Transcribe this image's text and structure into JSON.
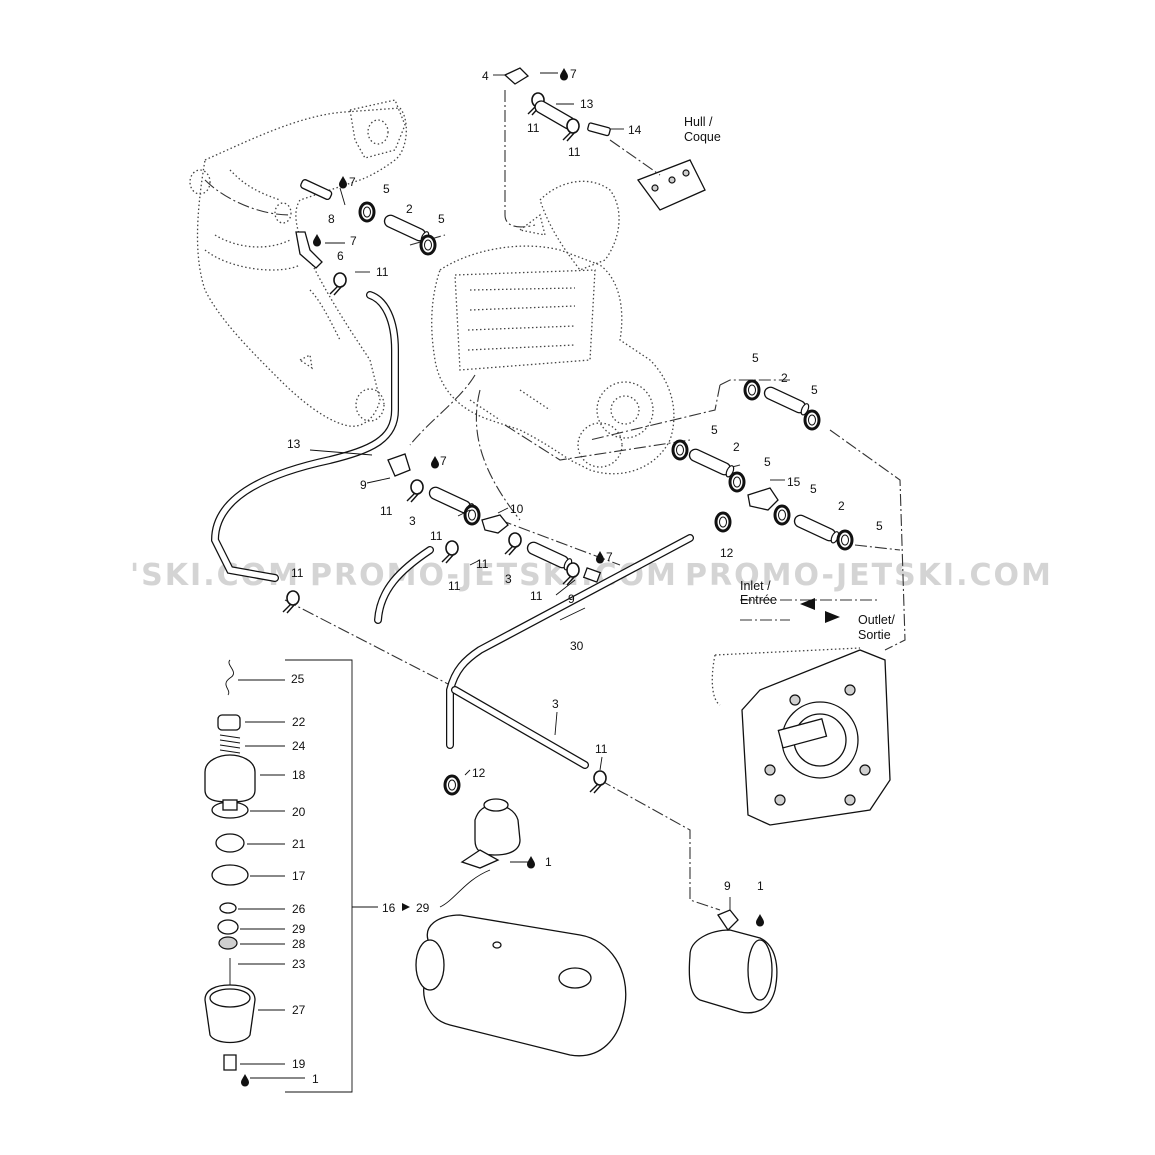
{
  "watermark": {
    "left": "'SKI.COM",
    "center": "PROMO-JETSKI.COM",
    "right": "PROMO-JETSKI.COM"
  },
  "drop_icon": "oil-drop-icon",
  "arrow_icon": "transfer-arrow-icon",
  "callouts": {
    "c4": "4",
    "c7a": "7",
    "c11a": "11",
    "c13a": "13",
    "c11b": "11",
    "c14": "14",
    "hull_en": "Hull /",
    "hull_fr": "Coque",
    "c7b": "7",
    "c5a": "5",
    "c2a": "2",
    "c5b": "5",
    "c8": "8",
    "c7c": "7",
    "c6": "6",
    "c11c": "11",
    "c5c": "5",
    "c2b": "2",
    "c5d": "5",
    "c5e": "5",
    "c2c": "2",
    "c5f": "5",
    "c15": "15",
    "c5g": "5",
    "c2d": "2",
    "c5h": "5",
    "c12a": "12",
    "c13b": "13",
    "c7d": "7",
    "c9a": "9",
    "c11d": "11",
    "c3a": "3",
    "c10": "10",
    "c11e": "11",
    "c11f": "11",
    "c11g": "11",
    "c3b": "3",
    "c7e": "7",
    "c11h": "11",
    "c9b": "9",
    "c11i": "11",
    "inlet_en": "Inlet /",
    "inlet_fr": "Entrée",
    "outlet_en": "Outlet/",
    "outlet_fr": "Sortie",
    "c30": "30",
    "c3c": "3",
    "c11j": "11",
    "c12b": "12",
    "c1a": "1",
    "c9c": "9",
    "c1b": "1",
    "c16": "16",
    "c29a": "29",
    "c25": "25",
    "c22": "22",
    "c24": "24",
    "c18": "18",
    "c20": "20",
    "c21": "21",
    "c17": "17",
    "c26": "26",
    "c29b": "29",
    "c28": "28",
    "c23": "23",
    "c27": "27",
    "c19": "19",
    "c1c": "1"
  }
}
